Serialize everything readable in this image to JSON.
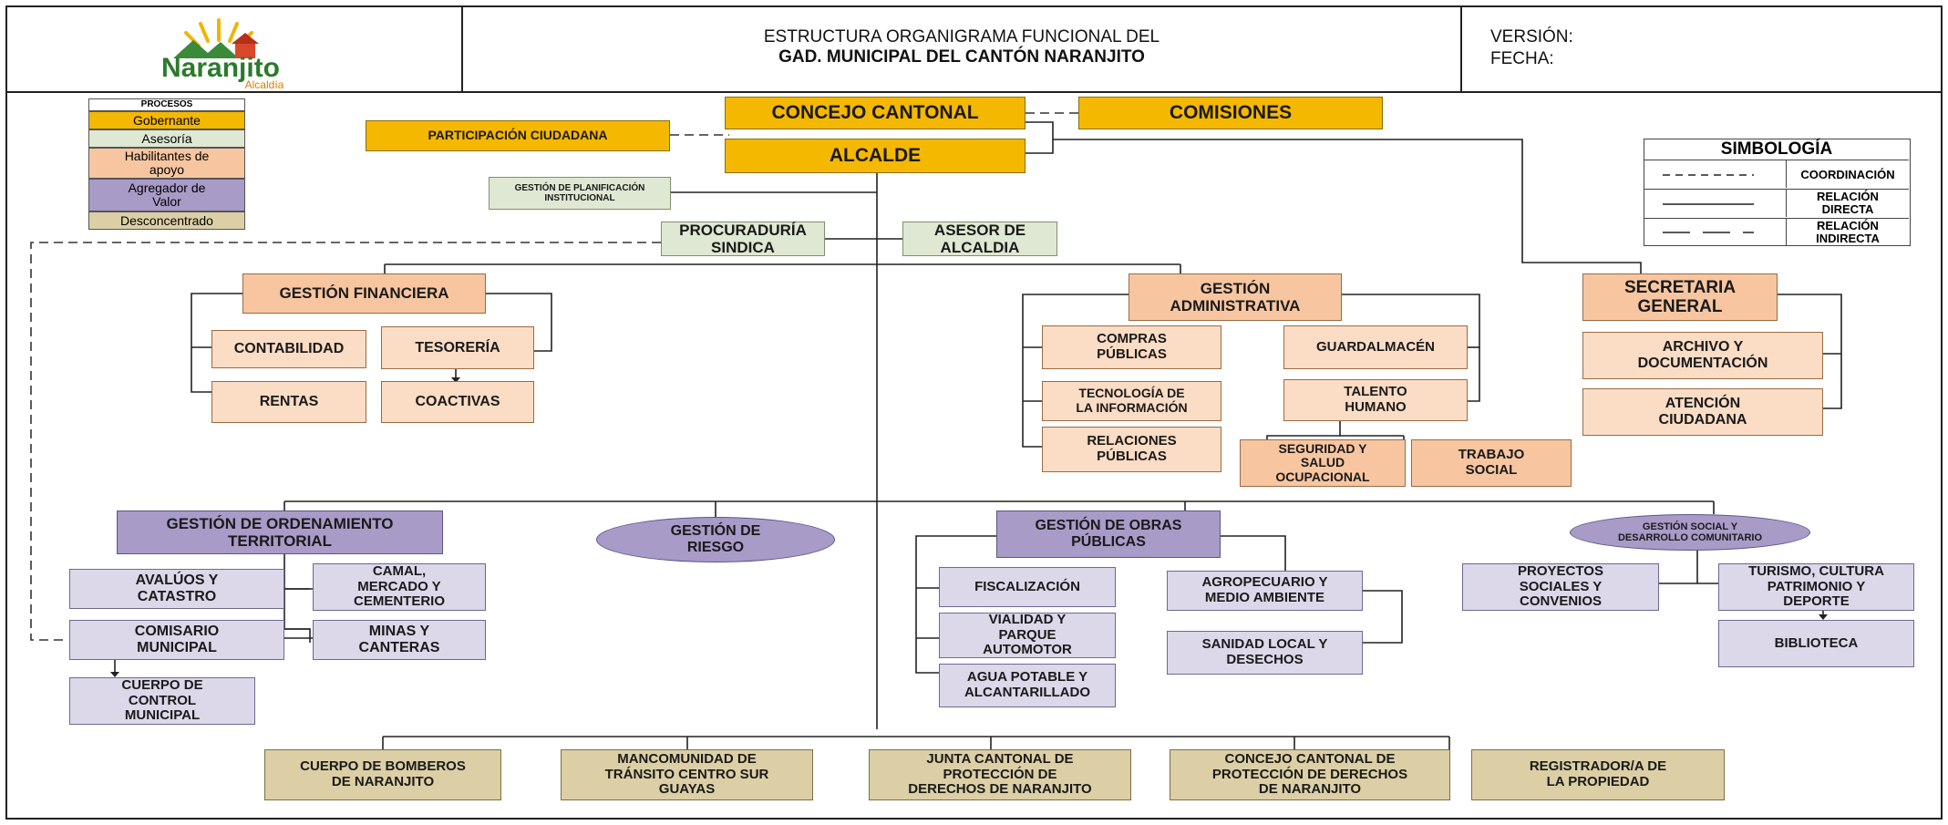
{
  "header": {
    "logo_text": "Naranjito",
    "logo_sub": "Alcaldía",
    "title_line1": "ESTRUCTURA ORGANIGRAMA FUNCIONAL DEL",
    "title_line2": "GAD. MUNICIPAL DEL CANTÓN NARANJITO",
    "version_label": "VERSIÓN:",
    "fecha_label": "FECHA:"
  },
  "legend": {
    "title": "PROCESOS",
    "items": [
      "Gobernante",
      "Asesoría",
      "Habilitantes de\napoyo",
      "Agregador de\nValor",
      "Desconcentrado"
    ],
    "colors": [
      "#f5b800",
      "#dfe8d2",
      "#f7c6a0",
      "#a89bc8",
      "#dccfa6"
    ]
  },
  "symbology": {
    "title": "SIMBOLOGÍA",
    "rows": [
      "COORDINACIÓN",
      "RELACIÓN\nDIRECTA",
      "RELACIÓN\nINDIRECTA"
    ]
  },
  "nodes": {
    "concejo": "CONCEJO CANTONAL",
    "comisiones": "COMISIONES",
    "participacion": "PARTICIPACIÓN CIUDADANA",
    "alcalde": "ALCALDE",
    "planificacion": "GESTIÓN DE PLANIFICACIÓN\nINSTITUCIONAL",
    "procuraduria": "PROCURADURÍA\nSINDICA",
    "asesor": "ASESOR DE\nALCALDIA",
    "financiera": "GESTIÓN FINANCIERA",
    "contabilidad": "CONTABILIDAD",
    "tesoreria": "TESORERÍA",
    "rentas": "RENTAS",
    "coactivas": "COACTIVAS",
    "administrativa": "GESTIÓN\nADMINISTRATIVA",
    "compras": "COMPRAS\nPÚBLICAS",
    "guardalmacen": "GUARDALMACÉN",
    "tecnologia": "TECNOLOGÍA DE\nLA INFORMACIÓN",
    "talento": "TALENTO\nHUMANO",
    "relaciones": "RELACIONES\nPÚBLICAS",
    "seguridad": "SEGURIDAD Y\nSALUD\nOCUPACIONAL",
    "trabajo": "TRABAJO\nSOCIAL",
    "secretaria": "SECRETARIA\nGENERAL",
    "archivo": "ARCHIVO Y\nDOCUMENTACIÓN",
    "atencion": "ATENCIÓN\nCIUDADANA",
    "ordenamiento": "GESTIÓN DE  ORDENAMIENTO\nTERRITORIAL",
    "avaluos": "AVALÚOS Y\nCATASTRO",
    "camal": "CAMAL,\nMERCADO Y\nCEMENTERIO",
    "comisario": "COMISARIO\nMUNICIPAL",
    "minas": "MINAS Y\nCANTERAS",
    "cuerpo_control": "CUERPO DE\nCONTROL\nMUNICIPAL",
    "riesgo": "GESTIÓN DE\nRIESGO",
    "obras": "GESTIÓN DE OBRAS\nPÚBLICAS",
    "fiscalizacion": "FISCALIZACIÓN",
    "vialidad": "VIALIDAD Y\nPARQUE\nAUTOMOTOR",
    "agua": "AGUA POTABLE Y\nALCANTARILLADO",
    "agropecuario": "AGROPECUARIO Y\nMEDIO AMBIENTE",
    "sanidad": "SANIDAD LOCAL Y\nDESECHOS",
    "social": "GESTIÓN SOCIAL Y\nDESARROLLO COMUNITARIO",
    "proyectos": "PROYECTOS\nSOCIALES Y\nCONVENIOS",
    "turismo": "TURISMO, CULTURA\nPATRIMONIO Y\nDEPORTE",
    "biblioteca": "BIBLIOTECA",
    "bomberos": "CUERPO DE BOMBEROS\nDE NARANJITO",
    "mancomunidad": "MANCOMUNIDAD DE\nTRÁNSITO CENTRO SUR\nGUAYAS",
    "junta": "JUNTA CANTONAL DE\nPROTECCIÓN DE\nDERECHOS DE NARANJITO",
    "concejo_proteccion": "CONCEJO CANTONAL DE\nPROTECCIÓN DE DERECHOS\nDE NARANJITO",
    "registrador": "REGISTRADOR/A DE\nLA PROPIEDAD"
  }
}
